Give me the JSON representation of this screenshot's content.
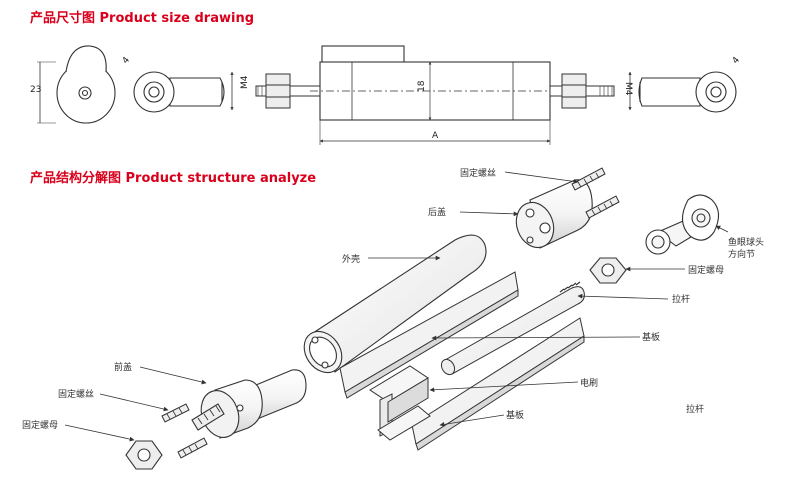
{
  "headings": {
    "size_drawing": "产品尺寸图 Product size drawing",
    "structure_analyze": "产品结构分解图 Product structure analyze"
  },
  "dimensions": {
    "height": "23",
    "eye_side": "4",
    "thread_left": "M4",
    "diameter": "18",
    "thread_right": "M4",
    "length": "A",
    "eye_side_right": "4"
  },
  "parts": {
    "fixing_screw_top": "固定螺丝",
    "rear_cover": "后盖",
    "housing": "外壳",
    "rod_end_line1": "鱼眼球头",
    "rod_end_line2": "方向节",
    "fixing_nut_right": "固定螺母",
    "pull_rod": "拉杆",
    "base_plate_top": "基板",
    "front_cover": "前盖",
    "fixing_screw_left": "固定螺丝",
    "brush": "电刷",
    "fixing_nut_left": "固定螺母",
    "base_plate_bottom": "基板",
    "pull_rod_bottom": "拉杆"
  },
  "colors": {
    "heading": "#d9001b",
    "line": "#333333",
    "fill_light": "#f2f2f2",
    "fill_mid": "#d9d9d9"
  }
}
